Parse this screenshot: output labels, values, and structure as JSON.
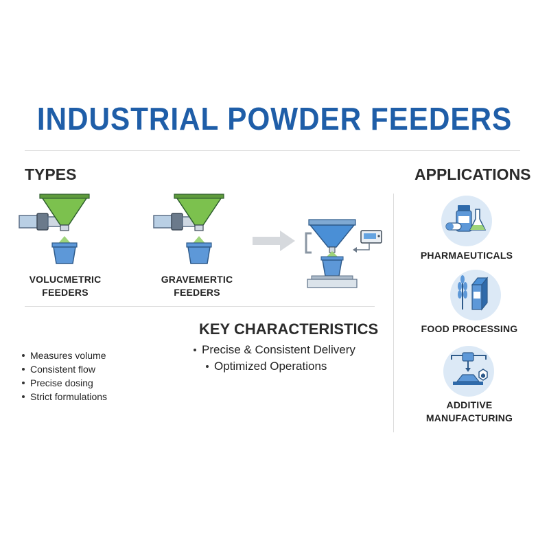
{
  "title": "INDUSTRIAL POWDER FEEDERS",
  "types": {
    "heading": "TYPES",
    "volumetric": {
      "line1": "VOLUCMETRIC",
      "line2": "FEEDERS"
    },
    "gravimetric": {
      "line1": "GRAVEMERTIC",
      "line2": "FEEDERS"
    }
  },
  "left_bullets": [
    "Measures volume",
    "Consistent flow",
    "Precise dosing",
    "Strict formulations"
  ],
  "key_characteristics": {
    "heading": "KEY CHARACTERISTICS",
    "items": [
      "Precise & Consistent Delivery",
      "Optimized Operations"
    ]
  },
  "applications": {
    "heading": "APPLICATIONS",
    "items": [
      {
        "label_lines": [
          "PHARMAEUTICALS"
        ],
        "icon": "pharma-icon"
      },
      {
        "label_lines": [
          "FOOD PROCESSING"
        ],
        "icon": "food-icon"
      },
      {
        "label_lines": [
          "ADDITIVE",
          "MANUFACTURING"
        ],
        "icon": "additive-icon"
      }
    ]
  },
  "colors": {
    "title": "#1f5ea8",
    "powder": "#7cc14e",
    "hopper_blue": "#4a8fd6",
    "icon_circle": "#dce9f6"
  }
}
